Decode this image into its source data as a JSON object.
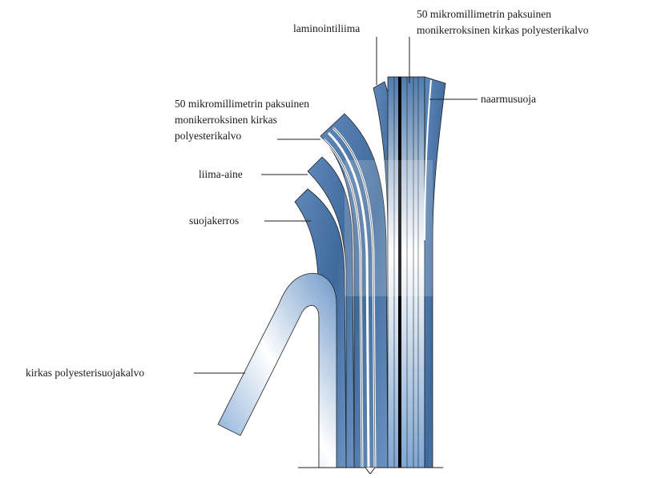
{
  "diagram": {
    "labels": {
      "laminating_adhesive": "laminointiliima",
      "top_film_line1": "50 mikromillimetrin paksuinen",
      "top_film_line2": "monikerroksinen kirkas polyesterikalvo",
      "scratch_guard": "naarmusuoja",
      "left_film_line1": "50 mikromillimetrin paksuinen",
      "left_film_line2": "monikerroksinen kirkas",
      "left_film_line3": "polyesterikalvo",
      "adhesive": "liima-aine",
      "protective_layer": "suojakerros",
      "clear_film": "kirkas polyesterisuojakalvo"
    },
    "colors": {
      "layer_dark": "#4f7bad",
      "layer_mid": "#7fa6d3",
      "layer_light": "#ffffff",
      "outline": "#1f1f1f",
      "core": "#000000"
    }
  }
}
